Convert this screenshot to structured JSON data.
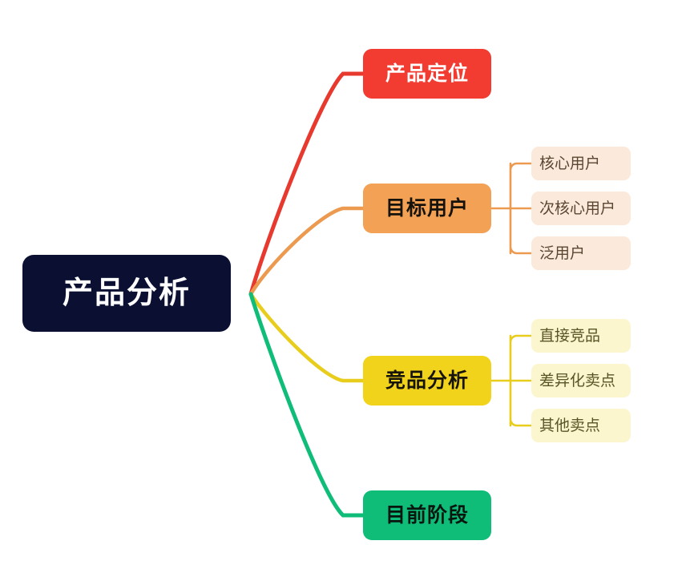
{
  "diagram": {
    "type": "mindmap",
    "title": "产品分析",
    "background_color": "#ffffff",
    "root": {
      "label": "产品分析",
      "bg": "#0b1033",
      "fg": "#ffffff"
    },
    "branches": [
      {
        "label": "产品定位",
        "bg": "#f23c32",
        "fg": "#ffffff",
        "edge_color": "#e8392f",
        "children": []
      },
      {
        "label": "目标用户",
        "bg": "#f2a155",
        "fg": "#16120c",
        "edge_color": "#eb9a4f",
        "child_bg": "#fbeadb",
        "child_fg": "#5c4632",
        "children": [
          {
            "label": "核心用户"
          },
          {
            "label": "次核心用户"
          },
          {
            "label": "泛用户"
          }
        ]
      },
      {
        "label": "竞品分析",
        "bg": "#f1d31c",
        "fg": "#17140a",
        "edge_color": "#e8cd1d",
        "child_bg": "#fbf6ce",
        "child_fg": "#5a5426",
        "children": [
          {
            "label": "直接竞品"
          },
          {
            "label": "差异化卖点"
          },
          {
            "label": "其他卖点"
          }
        ]
      },
      {
        "label": "目前阶段",
        "bg": "#0fbd79",
        "fg": "#07170f",
        "edge_color": "#0fbd79",
        "children": []
      }
    ]
  }
}
